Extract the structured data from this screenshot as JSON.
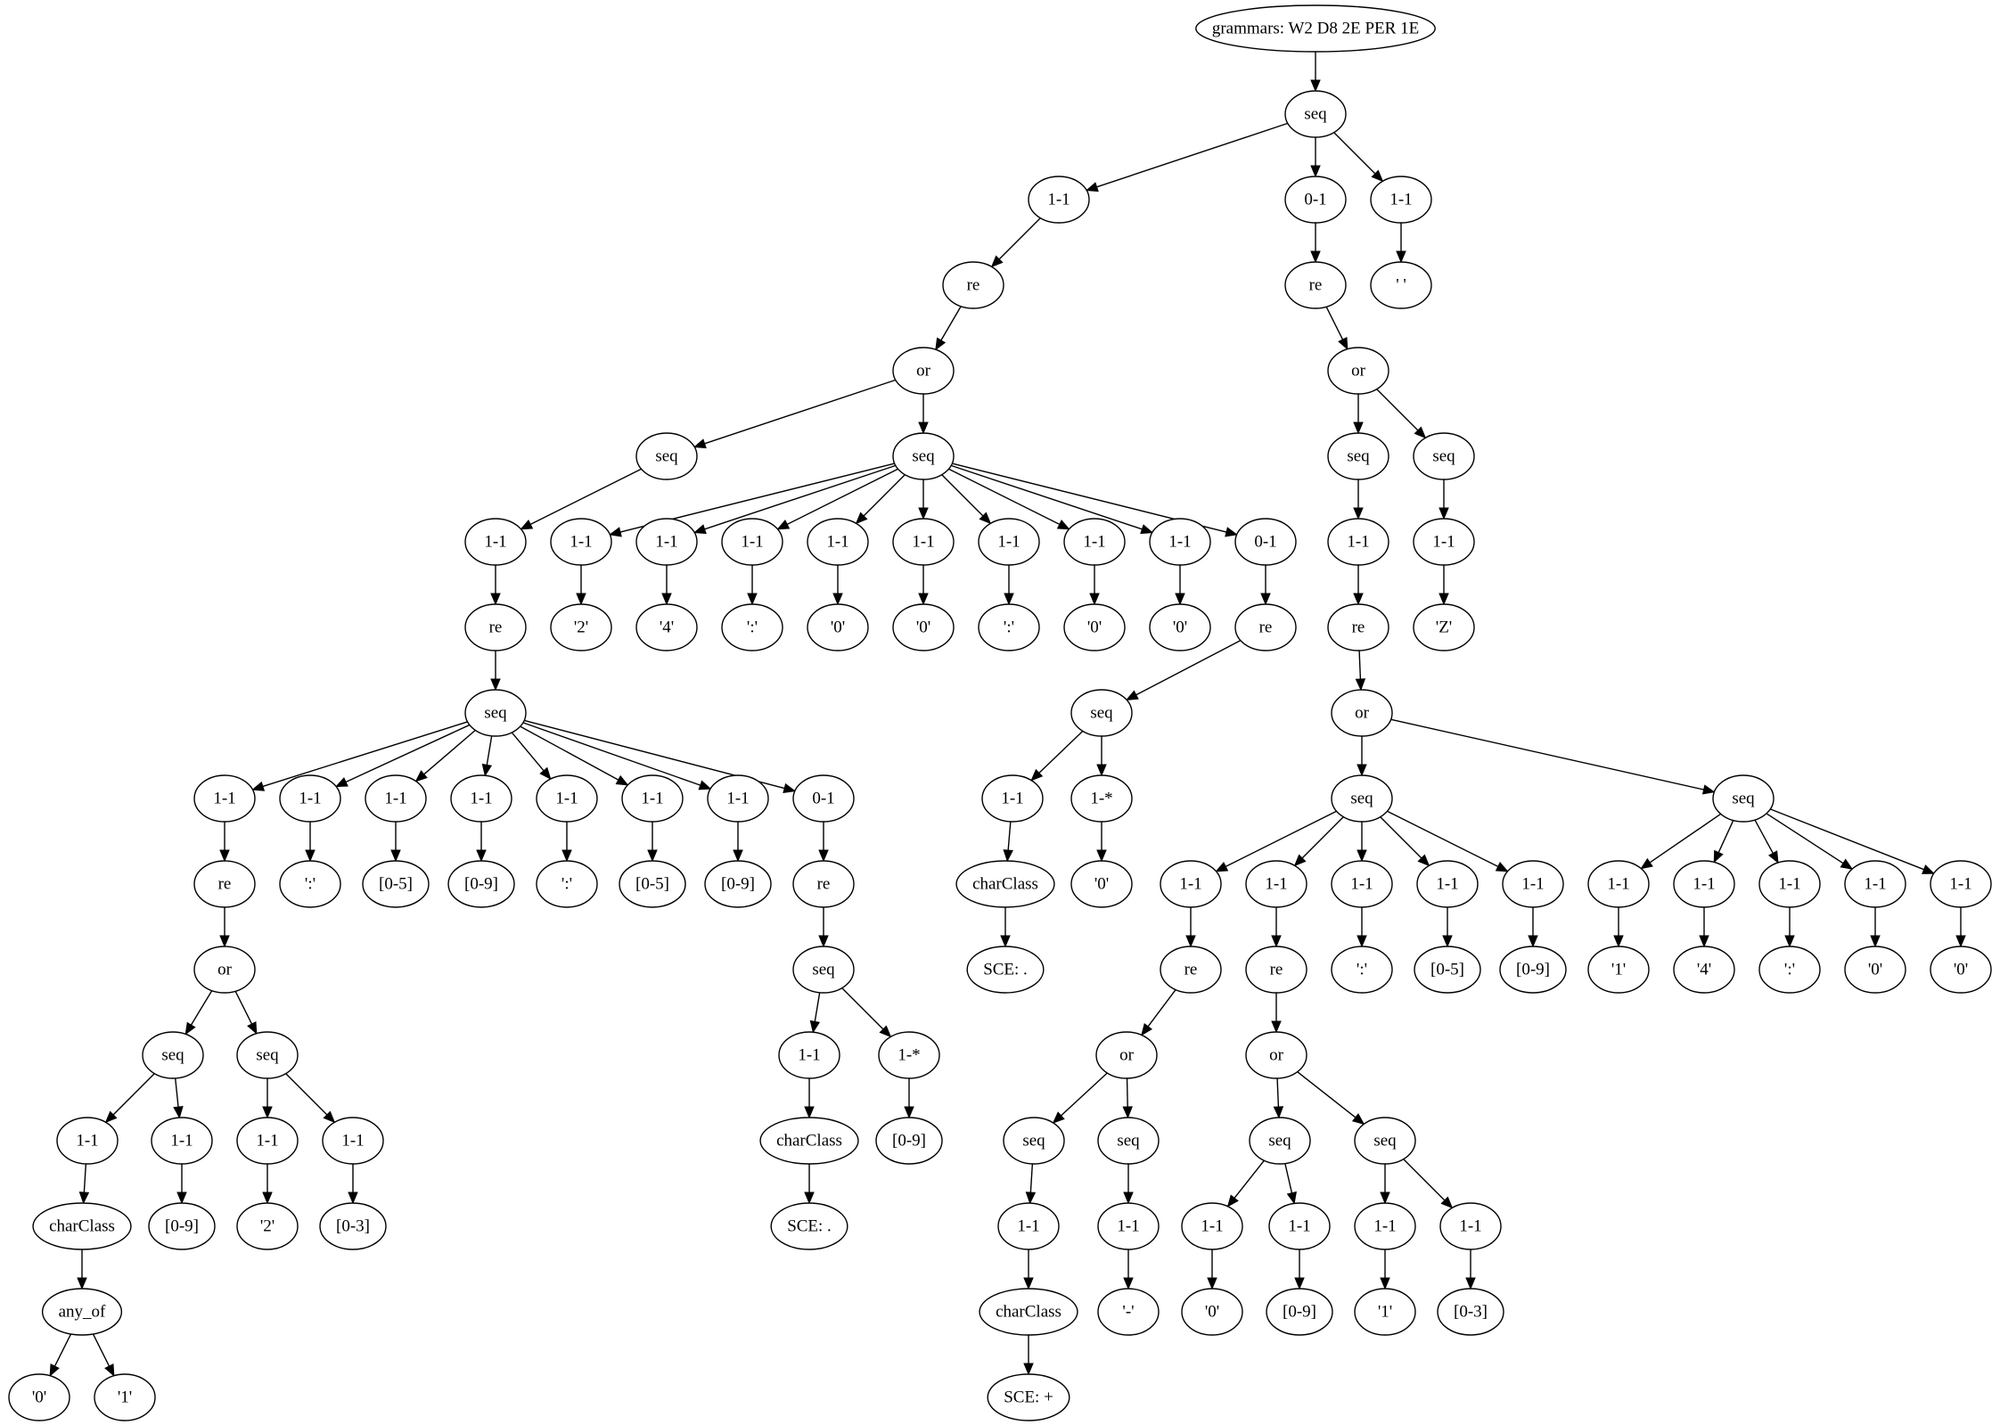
{
  "diagram": {
    "type": "tree",
    "nodes": [
      {
        "id": "n0",
        "label": "grammars: W2 D8 2E PER 1E"
      },
      {
        "id": "n1",
        "label": "seq"
      },
      {
        "id": "n2",
        "label": "1-1"
      },
      {
        "id": "n3",
        "label": "0-1"
      },
      {
        "id": "n4",
        "label": "1-1"
      },
      {
        "id": "n5",
        "label": "re"
      },
      {
        "id": "n6",
        "label": "re"
      },
      {
        "id": "n7",
        "label": "' '"
      },
      {
        "id": "n8",
        "label": "or"
      },
      {
        "id": "n9",
        "label": "or"
      },
      {
        "id": "n10",
        "label": "seq"
      },
      {
        "id": "n11",
        "label": "seq"
      },
      {
        "id": "n12",
        "label": "seq"
      },
      {
        "id": "n13",
        "label": "seq"
      },
      {
        "id": "n14",
        "label": "1-1"
      },
      {
        "id": "n15",
        "label": "1-1"
      },
      {
        "id": "n16",
        "label": "1-1"
      },
      {
        "id": "n17",
        "label": "1-1"
      },
      {
        "id": "n18",
        "label": "1-1"
      },
      {
        "id": "n19",
        "label": "1-1"
      },
      {
        "id": "n20",
        "label": "1-1"
      },
      {
        "id": "n21",
        "label": "1-1"
      },
      {
        "id": "n22",
        "label": "1-1"
      },
      {
        "id": "n23",
        "label": "0-1"
      },
      {
        "id": "n24",
        "label": "1-1"
      },
      {
        "id": "n25",
        "label": "1-1"
      },
      {
        "id": "n26",
        "label": "re"
      },
      {
        "id": "n27",
        "label": "'2'"
      },
      {
        "id": "n28",
        "label": "'4'"
      },
      {
        "id": "n29",
        "label": "':'"
      },
      {
        "id": "n30",
        "label": "'0'"
      },
      {
        "id": "n31",
        "label": "'0'"
      },
      {
        "id": "n32",
        "label": "':'"
      },
      {
        "id": "n33",
        "label": "'0'"
      },
      {
        "id": "n34",
        "label": "'0'"
      },
      {
        "id": "n35",
        "label": "re"
      },
      {
        "id": "n36",
        "label": "re"
      },
      {
        "id": "n37",
        "label": "'Z'"
      },
      {
        "id": "n38",
        "label": "seq"
      },
      {
        "id": "n39",
        "label": "seq"
      },
      {
        "id": "n40",
        "label": "or"
      },
      {
        "id": "n41",
        "label": "1-1"
      },
      {
        "id": "n42",
        "label": "1-1"
      },
      {
        "id": "n43",
        "label": "1-1"
      },
      {
        "id": "n44",
        "label": "1-1"
      },
      {
        "id": "n45",
        "label": "1-1"
      },
      {
        "id": "n46",
        "label": "1-1"
      },
      {
        "id": "n47",
        "label": "1-1"
      },
      {
        "id": "n48",
        "label": "0-1"
      },
      {
        "id": "n49",
        "label": "1-1"
      },
      {
        "id": "n50",
        "label": "1-*"
      },
      {
        "id": "n51",
        "label": "seq"
      },
      {
        "id": "n52",
        "label": "seq"
      },
      {
        "id": "n53",
        "label": "re"
      },
      {
        "id": "n54",
        "label": "':'"
      },
      {
        "id": "n55",
        "label": "[0-5]"
      },
      {
        "id": "n56",
        "label": "[0-9]"
      },
      {
        "id": "n57",
        "label": "':'"
      },
      {
        "id": "n58",
        "label": "[0-5]"
      },
      {
        "id": "n59",
        "label": "[0-9]"
      },
      {
        "id": "n60",
        "label": "re"
      },
      {
        "id": "n61",
        "label": "charClass"
      },
      {
        "id": "n62",
        "label": "'0'"
      },
      {
        "id": "n63",
        "label": "1-1"
      },
      {
        "id": "n64",
        "label": "1-1"
      },
      {
        "id": "n65",
        "label": "1-1"
      },
      {
        "id": "n66",
        "label": "1-1"
      },
      {
        "id": "n67",
        "label": "1-1"
      },
      {
        "id": "n68",
        "label": "1-1"
      },
      {
        "id": "n69",
        "label": "1-1"
      },
      {
        "id": "n70",
        "label": "1-1"
      },
      {
        "id": "n71",
        "label": "1-1"
      },
      {
        "id": "n72",
        "label": "1-1"
      },
      {
        "id": "n73",
        "label": "or"
      },
      {
        "id": "n74",
        "label": "seq"
      },
      {
        "id": "n75",
        "label": "SCE: ."
      },
      {
        "id": "n76",
        "label": "re"
      },
      {
        "id": "n77",
        "label": "re"
      },
      {
        "id": "n78",
        "label": "':'"
      },
      {
        "id": "n79",
        "label": "[0-5]"
      },
      {
        "id": "n80",
        "label": "[0-9]"
      },
      {
        "id": "n81",
        "label": "'1'"
      },
      {
        "id": "n82",
        "label": "'4'"
      },
      {
        "id": "n83",
        "label": "':'"
      },
      {
        "id": "n84",
        "label": "'0'"
      },
      {
        "id": "n85",
        "label": "'0'"
      },
      {
        "id": "n86",
        "label": "seq"
      },
      {
        "id": "n87",
        "label": "seq"
      },
      {
        "id": "n88",
        "label": "1-1"
      },
      {
        "id": "n89",
        "label": "1-*"
      },
      {
        "id": "n90",
        "label": "or"
      },
      {
        "id": "n91",
        "label": "or"
      },
      {
        "id": "n92",
        "label": "1-1"
      },
      {
        "id": "n93",
        "label": "1-1"
      },
      {
        "id": "n94",
        "label": "1-1"
      },
      {
        "id": "n95",
        "label": "1-1"
      },
      {
        "id": "n96",
        "label": "charClass"
      },
      {
        "id": "n97",
        "label": "[0-9]"
      },
      {
        "id": "n98",
        "label": "seq"
      },
      {
        "id": "n99",
        "label": "seq"
      },
      {
        "id": "n100",
        "label": "seq"
      },
      {
        "id": "n101",
        "label": "seq"
      },
      {
        "id": "n102",
        "label": "charClass"
      },
      {
        "id": "n103",
        "label": "[0-9]"
      },
      {
        "id": "n104",
        "label": "'2'"
      },
      {
        "id": "n105",
        "label": "[0-3]"
      },
      {
        "id": "n106",
        "label": "SCE: ."
      },
      {
        "id": "n107",
        "label": "1-1"
      },
      {
        "id": "n108",
        "label": "1-1"
      },
      {
        "id": "n109",
        "label": "1-1"
      },
      {
        "id": "n110",
        "label": "1-1"
      },
      {
        "id": "n111",
        "label": "1-1"
      },
      {
        "id": "n112",
        "label": "1-1"
      },
      {
        "id": "n113",
        "label": "any_of"
      },
      {
        "id": "n114",
        "label": "charClass"
      },
      {
        "id": "n115",
        "label": "'-'"
      },
      {
        "id": "n116",
        "label": "'0'"
      },
      {
        "id": "n117",
        "label": "[0-9]"
      },
      {
        "id": "n118",
        "label": "'1'"
      },
      {
        "id": "n119",
        "label": "[0-3]"
      },
      {
        "id": "n120",
        "label": "'0'"
      },
      {
        "id": "n121",
        "label": "'1'"
      },
      {
        "id": "n122",
        "label": "SCE: +"
      }
    ],
    "edges": [
      [
        "n0",
        "n1"
      ],
      [
        "n1",
        "n2"
      ],
      [
        "n1",
        "n3"
      ],
      [
        "n1",
        "n4"
      ],
      [
        "n2",
        "n5"
      ],
      [
        "n3",
        "n6"
      ],
      [
        "n4",
        "n7"
      ],
      [
        "n5",
        "n8"
      ],
      [
        "n6",
        "n9"
      ],
      [
        "n8",
        "n10"
      ],
      [
        "n8",
        "n11"
      ],
      [
        "n9",
        "n12"
      ],
      [
        "n9",
        "n13"
      ],
      [
        "n10",
        "n14"
      ],
      [
        "n11",
        "n15"
      ],
      [
        "n11",
        "n16"
      ],
      [
        "n11",
        "n17"
      ],
      [
        "n11",
        "n18"
      ],
      [
        "n11",
        "n19"
      ],
      [
        "n11",
        "n20"
      ],
      [
        "n11",
        "n21"
      ],
      [
        "n11",
        "n22"
      ],
      [
        "n11",
        "n23"
      ],
      [
        "n12",
        "n24"
      ],
      [
        "n13",
        "n25"
      ],
      [
        "n14",
        "n26"
      ],
      [
        "n15",
        "n27"
      ],
      [
        "n16",
        "n28"
      ],
      [
        "n17",
        "n29"
      ],
      [
        "n18",
        "n30"
      ],
      [
        "n19",
        "n31"
      ],
      [
        "n20",
        "n32"
      ],
      [
        "n21",
        "n33"
      ],
      [
        "n22",
        "n34"
      ],
      [
        "n23",
        "n35"
      ],
      [
        "n24",
        "n36"
      ],
      [
        "n25",
        "n37"
      ],
      [
        "n26",
        "n38"
      ],
      [
        "n35",
        "n39"
      ],
      [
        "n36",
        "n40"
      ],
      [
        "n38",
        "n41"
      ],
      [
        "n38",
        "n42"
      ],
      [
        "n38",
        "n43"
      ],
      [
        "n38",
        "n44"
      ],
      [
        "n38",
        "n45"
      ],
      [
        "n38",
        "n46"
      ],
      [
        "n38",
        "n47"
      ],
      [
        "n38",
        "n48"
      ],
      [
        "n39",
        "n49"
      ],
      [
        "n39",
        "n50"
      ],
      [
        "n40",
        "n51"
      ],
      [
        "n40",
        "n52"
      ],
      [
        "n41",
        "n53"
      ],
      [
        "n42",
        "n54"
      ],
      [
        "n43",
        "n55"
      ],
      [
        "n44",
        "n56"
      ],
      [
        "n45",
        "n57"
      ],
      [
        "n46",
        "n58"
      ],
      [
        "n47",
        "n59"
      ],
      [
        "n48",
        "n60"
      ],
      [
        "n49",
        "n61"
      ],
      [
        "n50",
        "n62"
      ],
      [
        "n51",
        "n63"
      ],
      [
        "n51",
        "n64"
      ],
      [
        "n51",
        "n65"
      ],
      [
        "n51",
        "n66"
      ],
      [
        "n51",
        "n67"
      ],
      [
        "n52",
        "n68"
      ],
      [
        "n52",
        "n69"
      ],
      [
        "n52",
        "n70"
      ],
      [
        "n52",
        "n71"
      ],
      [
        "n52",
        "n72"
      ],
      [
        "n53",
        "n73"
      ],
      [
        "n60",
        "n74"
      ],
      [
        "n61",
        "n75"
      ],
      [
        "n63",
        "n76"
      ],
      [
        "n64",
        "n77"
      ],
      [
        "n65",
        "n78"
      ],
      [
        "n66",
        "n79"
      ],
      [
        "n67",
        "n80"
      ],
      [
        "n68",
        "n81"
      ],
      [
        "n69",
        "n82"
      ],
      [
        "n70",
        "n83"
      ],
      [
        "n71",
        "n84"
      ],
      [
        "n72",
        "n85"
      ],
      [
        "n73",
        "n86"
      ],
      [
        "n73",
        "n87"
      ],
      [
        "n74",
        "n88"
      ],
      [
        "n74",
        "n89"
      ],
      [
        "n76",
        "n90"
      ],
      [
        "n77",
        "n91"
      ],
      [
        "n86",
        "n92"
      ],
      [
        "n86",
        "n93"
      ],
      [
        "n87",
        "n94"
      ],
      [
        "n87",
        "n95"
      ],
      [
        "n88",
        "n96"
      ],
      [
        "n89",
        "n97"
      ],
      [
        "n90",
        "n98"
      ],
      [
        "n90",
        "n99"
      ],
      [
        "n91",
        "n100"
      ],
      [
        "n91",
        "n101"
      ],
      [
        "n92",
        "n102"
      ],
      [
        "n93",
        "n103"
      ],
      [
        "n94",
        "n104"
      ],
      [
        "n95",
        "n105"
      ],
      [
        "n96",
        "n106"
      ],
      [
        "n98",
        "n107"
      ],
      [
        "n99",
        "n108"
      ],
      [
        "n100",
        "n109"
      ],
      [
        "n100",
        "n110"
      ],
      [
        "n101",
        "n111"
      ],
      [
        "n101",
        "n112"
      ],
      [
        "n102",
        "n113"
      ],
      [
        "n107",
        "n114"
      ],
      [
        "n108",
        "n115"
      ],
      [
        "n109",
        "n116"
      ],
      [
        "n110",
        "n117"
      ],
      [
        "n111",
        "n118"
      ],
      [
        "n112",
        "n119"
      ],
      [
        "n113",
        "n120"
      ],
      [
        "n113",
        "n121"
      ],
      [
        "n114",
        "n122"
      ]
    ]
  }
}
